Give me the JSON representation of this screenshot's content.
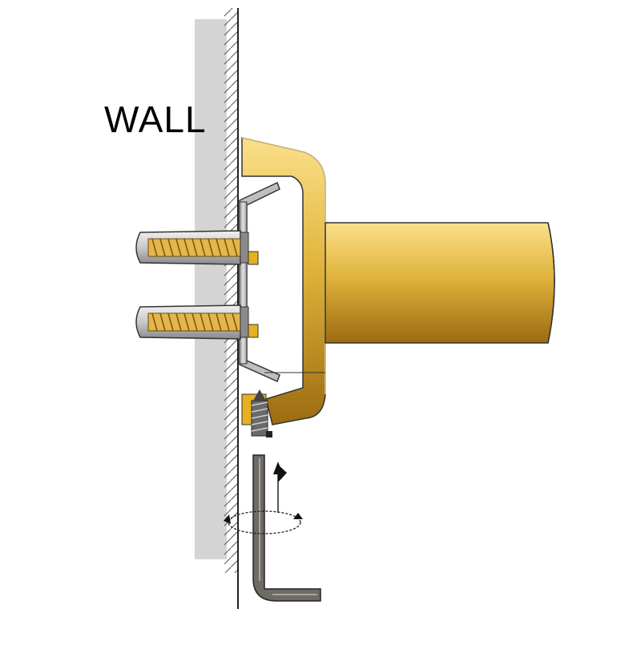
{
  "labels": {
    "wall": "WALL"
  },
  "colors": {
    "wall_fill": "#d4d4d4",
    "wall_hatch": "#555555",
    "brass_light": "#f6d873",
    "brass_mid": "#d6a730",
    "brass_dark": "#9c6b10",
    "steel_light": "#d9d9d9",
    "steel_dark": "#5a5a5a",
    "plate_grey": "#b8b8b8",
    "hex_key": "#6e6a66",
    "outline": "#222222"
  },
  "parts": {
    "anchors": [
      "upper-anchor",
      "lower-anchor"
    ],
    "fasteners": [
      "set-screw"
    ],
    "tool": "hex-key",
    "motion": [
      "rotation-arrow",
      "insertion-arrow"
    ]
  }
}
